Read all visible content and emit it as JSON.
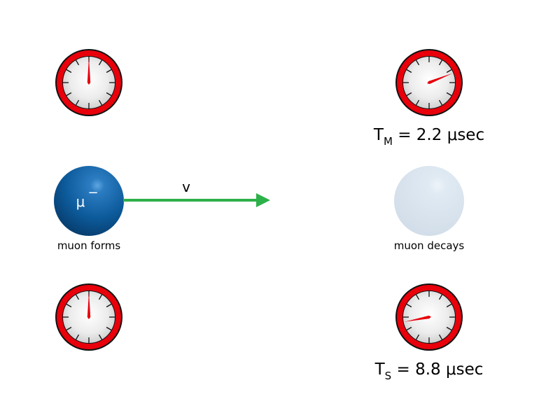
{
  "muon": {
    "symbol": "μ",
    "charge": "−",
    "start_label": "muon forms",
    "end_label": "muon decays"
  },
  "velocity_label": "v",
  "muon_clock": {
    "label_base": "T",
    "label_sub": "M",
    "label_rest": " = 2.2 μsec",
    "hand_end_fraction": 0.19
  },
  "stationary_clock": {
    "label_base": "T",
    "label_sub": "S",
    "label_rest": " = 8.8 μsec",
    "hand_end_fraction": 0.72
  },
  "colors": {
    "clock_rim": "#e8000b",
    "muon": "#0b5a99",
    "muon_faded": "#d6e3ee",
    "arrow": "#2db14a",
    "hand": "#e8000b"
  },
  "icons": {
    "clock": "clock-icon",
    "muon": "sphere-icon",
    "arrow": "arrow-right-icon"
  }
}
